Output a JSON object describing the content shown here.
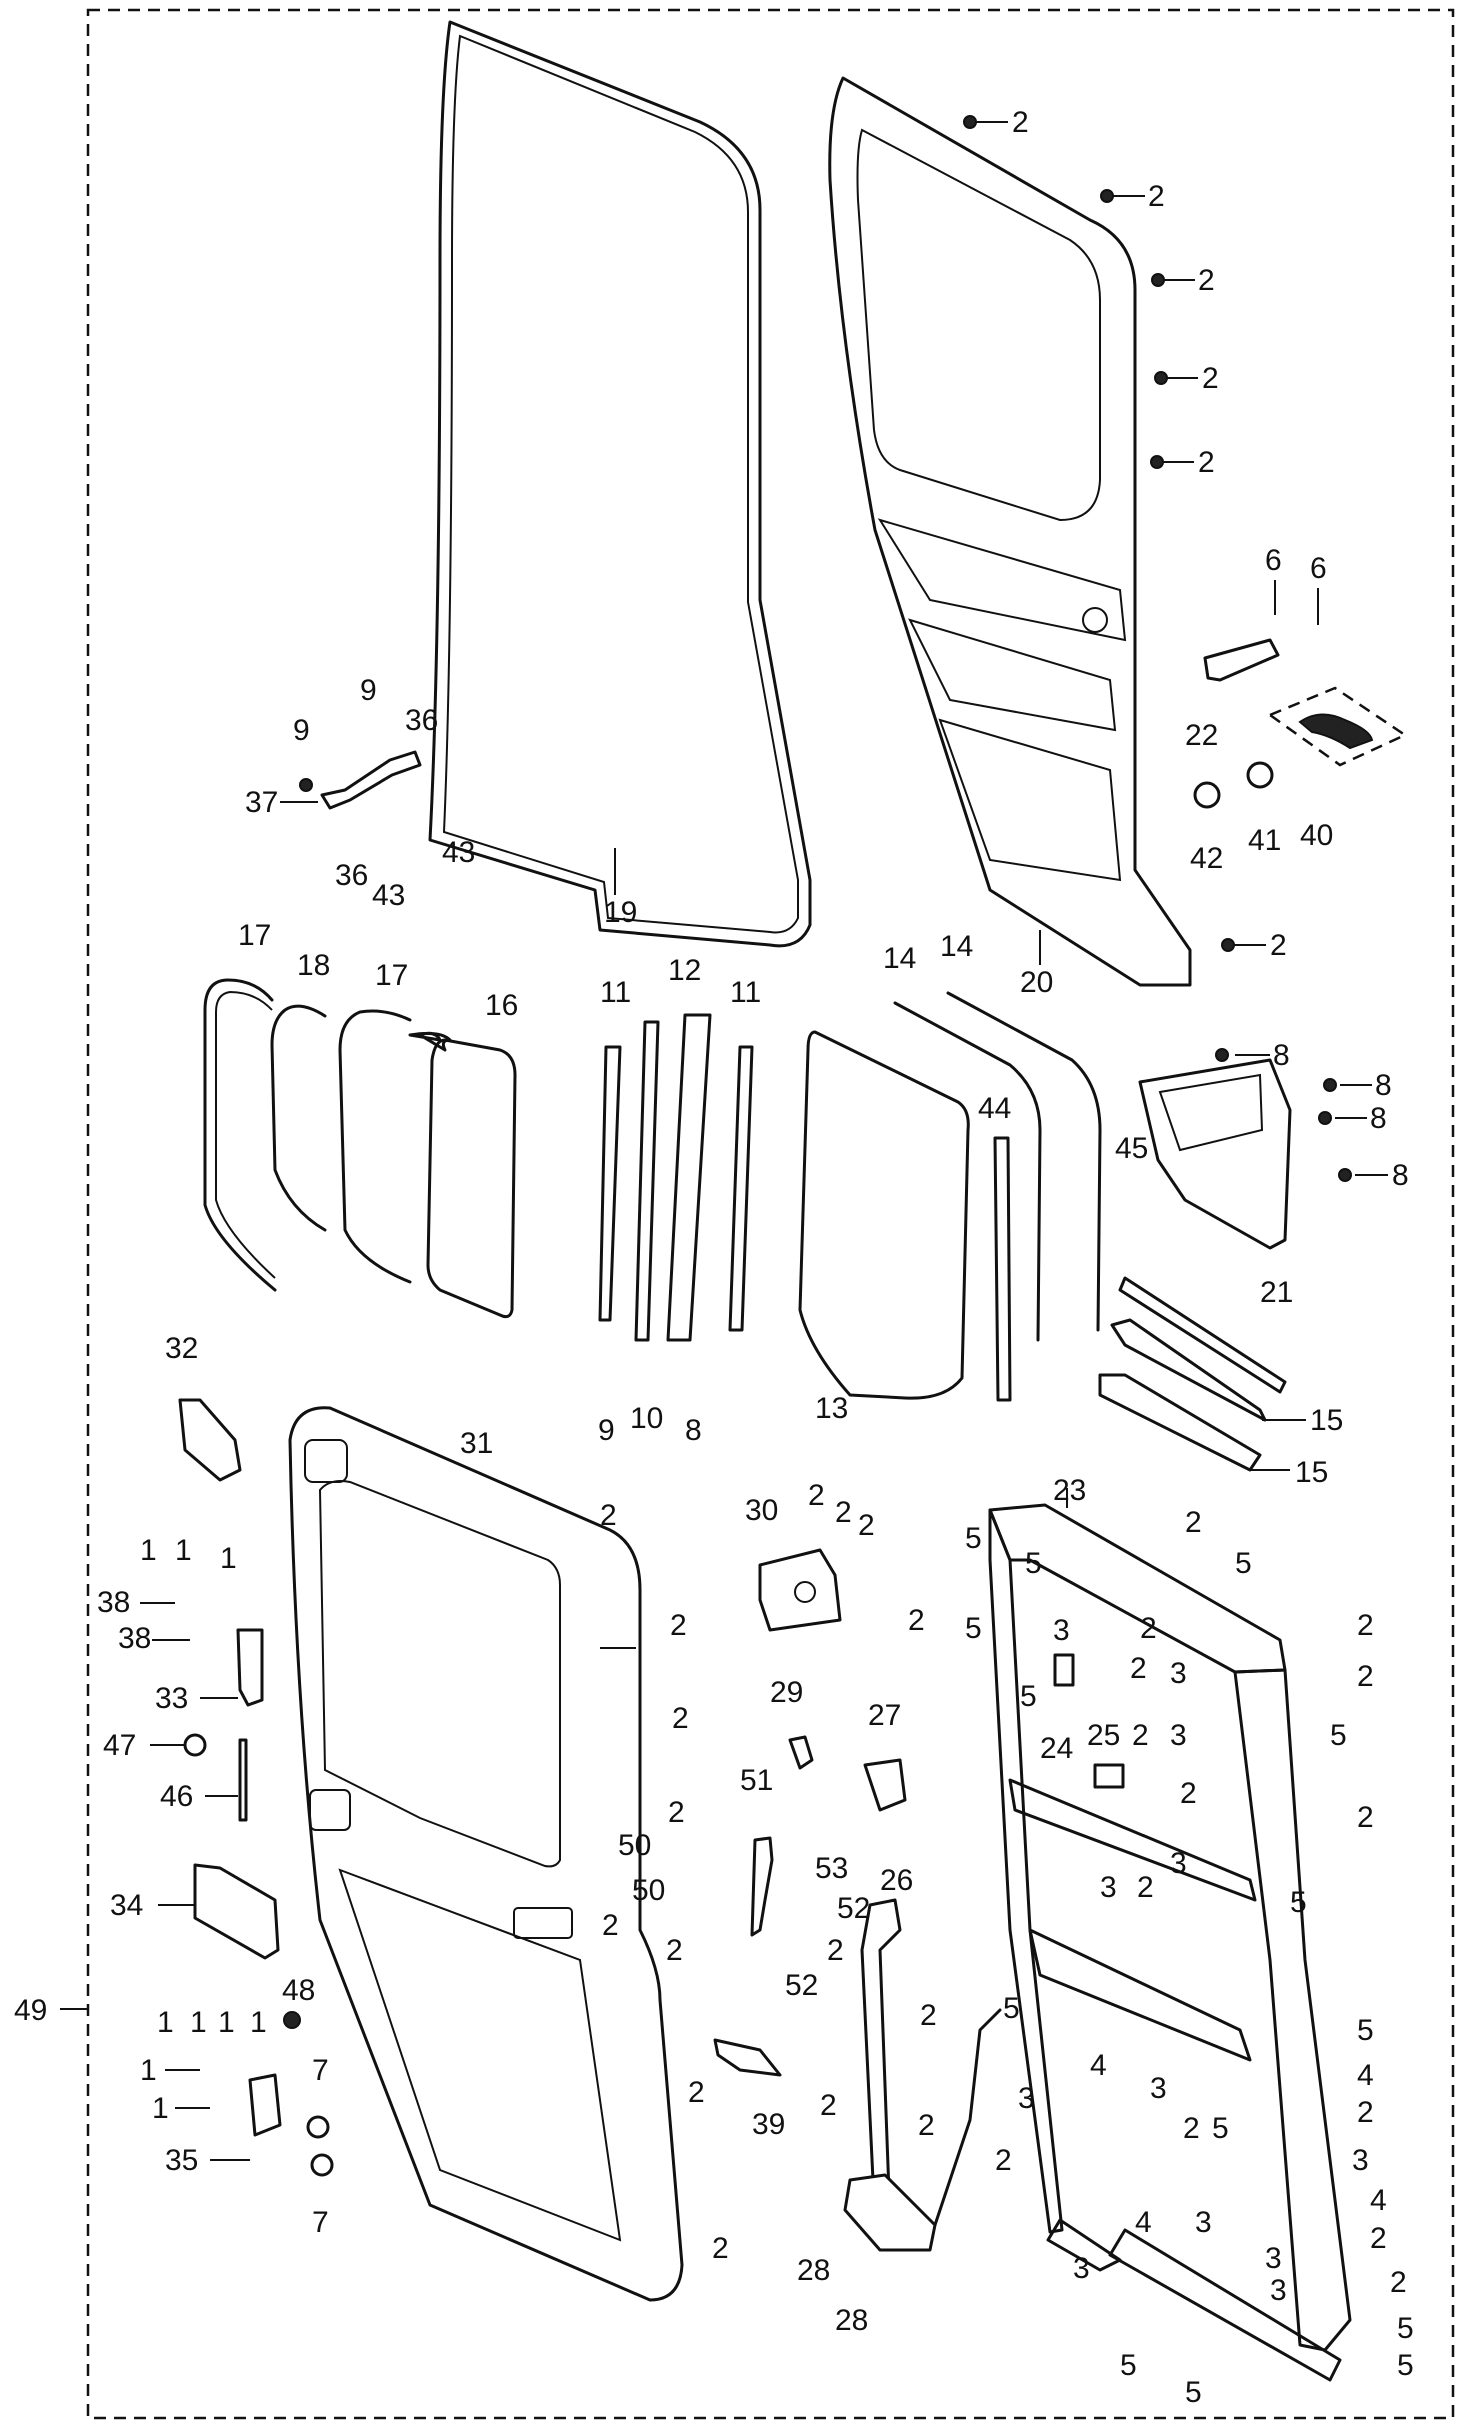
{
  "diagram": {
    "assembly_label": "49",
    "callouts": [
      "1",
      "2",
      "3",
      "4",
      "5",
      "6",
      "7",
      "8",
      "9",
      "10",
      "11",
      "12",
      "13",
      "14",
      "15",
      "16",
      "17",
      "18",
      "19",
      "20",
      "21",
      "22",
      "23",
      "24",
      "25",
      "26",
      "27",
      "28",
      "29",
      "30",
      "31",
      "32",
      "33",
      "34",
      "35",
      "36",
      "37",
      "38",
      "39",
      "40",
      "41",
      "42",
      "43",
      "44",
      "45",
      "46",
      "47",
      "48",
      "50",
      "51",
      "52",
      "53"
    ]
  }
}
